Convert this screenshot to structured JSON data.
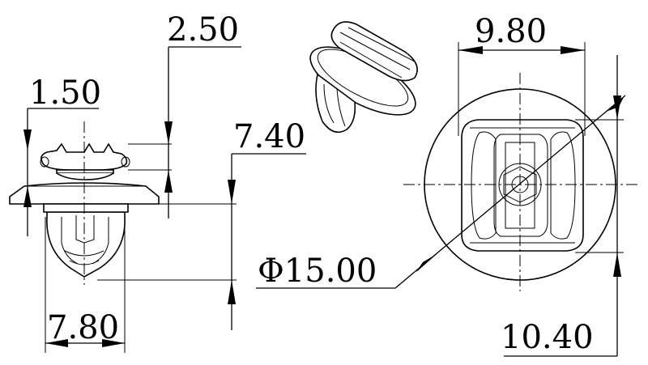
{
  "dimensions": {
    "head_thickness": "2.50",
    "collar_height": "1.50",
    "body_length": "7.40",
    "body_width": "7.80",
    "top_width": "9.80",
    "head_diameter": "Φ15.00",
    "overall_height": "10.40"
  }
}
